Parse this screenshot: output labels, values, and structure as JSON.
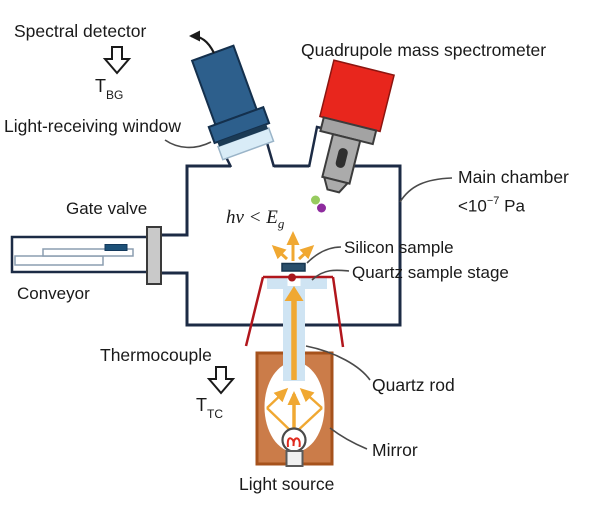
{
  "diagram": {
    "labels": {
      "spectral_detector": "Spectral detector",
      "t_bg_main": "T",
      "t_bg_sub": "BG",
      "light_receiving_window": "Light-receiving window",
      "quadrupole_mass_spectrometer": "Quadrupole mass spectrometer",
      "gate_valve": "Gate valve",
      "conveyor": "Conveyor",
      "main_chamber": "Main chamber",
      "pressure_pre": "<10",
      "pressure_sup": "−7",
      "pressure_post": " Pa",
      "photon_expr": "hν < E",
      "photon_sub": "g",
      "silicon_sample": "Silicon sample",
      "quartz_sample_stage": "Quartz sample stage",
      "thermocouple": "Thermocouple",
      "t_tc_main": "T",
      "t_tc_sub": "TC",
      "quartz_rod": "Quartz rod",
      "mirror": "Mirror",
      "light_source": "Light source"
    },
    "colors": {
      "chamber_outline": "#1c2b45",
      "qms_red": "#e8261d",
      "detector_blue": "#2d5f8c",
      "window_light_blue": "#d9ecf7",
      "quartz_light_blue": "#cfe4f3",
      "light_beam_orange": "#f0a832",
      "support_red": "#b1161c",
      "light_source_box_orange": "#cb7c49",
      "light_source_box_border": "#a6521c",
      "gate_valve_gray": "#c9c9c9",
      "silicon_sample_navy": "#2a4f6b",
      "green_particle": "#97cb5f",
      "purple_particle": "#8e2b9e",
      "filament_red": "#e02a1e",
      "text": "#1a1a1a"
    }
  }
}
